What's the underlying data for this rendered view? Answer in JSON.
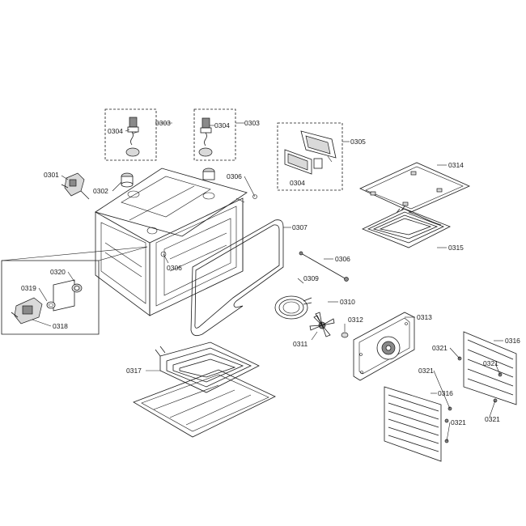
{
  "labels": {
    "p0301": "0301",
    "p0302": "0302",
    "p0303_left": "0303",
    "p0303_right": "0303",
    "p0304_left": "0304",
    "p0304_right": "0304",
    "p0304_box": "0304",
    "p0305": "0305",
    "p0306_top": "0306",
    "p0306_mid": "0306",
    "p0306_right": "0306",
    "p0307": "0307",
    "p0309": "0309",
    "p0310": "0310",
    "p0311": "0311",
    "p0312": "0312",
    "p0313": "0313",
    "p0314": "0314",
    "p0315": "0315",
    "p0316_right": "0316",
    "p0316_mid": "0316",
    "p0317": "0317",
    "p0318": "0318",
    "p0319": "0319",
    "p0320": "0320",
    "p0321_a": "0321",
    "p0321_b": "0321",
    "p0321_c": "0321",
    "p0321_d": "0321",
    "p0321_e": "0321"
  }
}
